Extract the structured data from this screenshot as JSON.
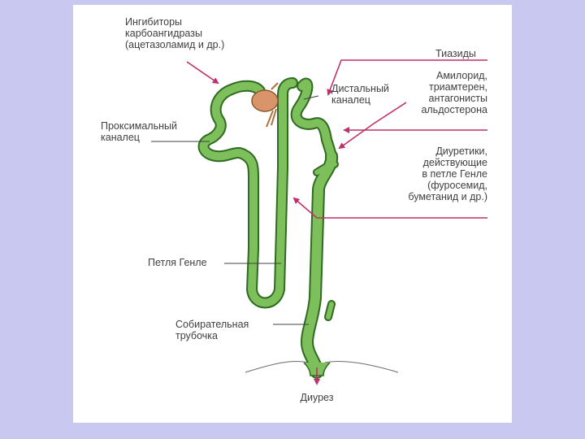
{
  "colors": {
    "background": "#c8c8f0",
    "slide": "#ffffff",
    "tubule_fill": "#7dbf5a",
    "tubule_stroke": "#2f6b22",
    "glomerulus": "#d9946a",
    "drug_arrows": "#c0306a",
    "leader_lines": "#404040"
  },
  "labels": {
    "carbonic_anhydrase_inhibitors": "Ингибиторы\nкарбоангидразы\n(ацетазоламид и др.)",
    "thiazides": "Тиазиды",
    "amiloride_group": "Амилорид,\nтриамтерен,\nантагонисты\nальдостерона",
    "distal_tubule": "Дистальный\nканалец",
    "proximal_tubule": "Проксимальный\nканалец",
    "loop_diuretics": "Диуретики,\nдействующие\nв петле Генле\n(фуросемид,\nбуметанид и др.)",
    "loop_of_henle": "Петля Генле",
    "collecting_duct": "Собирательная\nтрубочка",
    "diuresis": "Диурез"
  }
}
